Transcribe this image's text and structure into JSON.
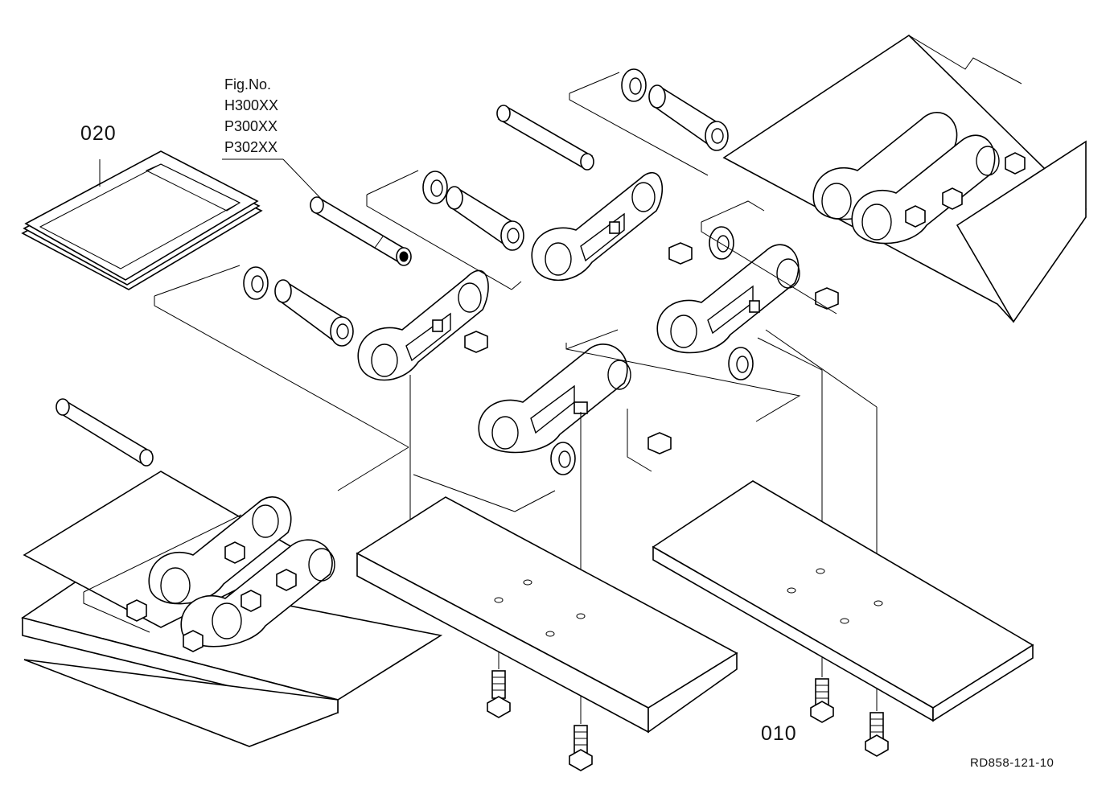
{
  "callouts": {
    "kit_label": "020",
    "part_label": "010"
  },
  "fig_refs": {
    "heading": "Fig.No.",
    "items": [
      "H300XX",
      "P300XX",
      "P302XX"
    ]
  },
  "drawing_id": "RD858-121-10"
}
